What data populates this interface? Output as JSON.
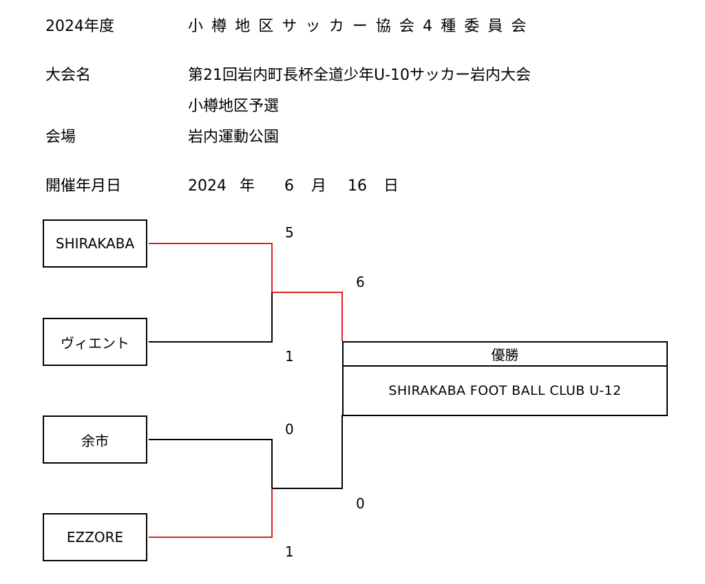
{
  "header": {
    "year_label": "2024年度",
    "org_name": "小樽地区サッカー協会4種委員会",
    "tournament_label": "大会名",
    "tournament_name_line1": "第21回岩内町長杯全道少年U-10サッカー岩内大会",
    "tournament_name_line2": "小樽地区予選",
    "venue_label": "会場",
    "venue_name": "岩内運動公園",
    "date_label": "開催年月日",
    "date_year": "2024",
    "date_year_unit": "年",
    "date_month": "6",
    "date_month_unit": "月",
    "date_day": "16",
    "date_day_unit": "日"
  },
  "teams": [
    "SHIRAKABA",
    "ヴィエント",
    "余市",
    "EZZORE"
  ],
  "scores": {
    "semi1_top": "5",
    "semi1_bottom": "1",
    "semi2_top": "0",
    "semi2_bottom": "1",
    "final_top": "6",
    "final_bottom": "0"
  },
  "winner": {
    "title": "優勝",
    "name": "SHIRAKABA FOOT BALL CLUB U-12"
  },
  "colors": {
    "winner_path": "#e02020",
    "line": "#000000"
  }
}
